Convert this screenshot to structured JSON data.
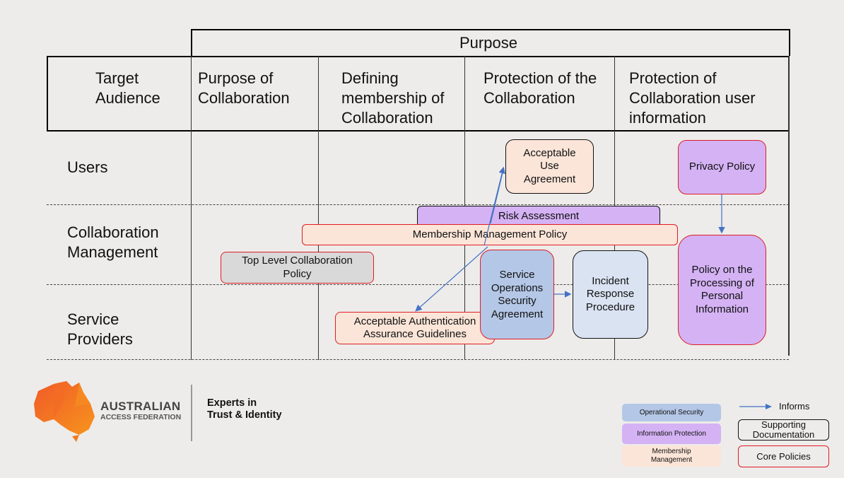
{
  "header": {
    "purpose": "Purpose",
    "target_audience": "Target Audience",
    "columns": [
      "Purpose of Collaboration",
      "Defining membership of Collaboration",
      "Protection of the Collaboration",
      "Protection of Collaboration user information"
    ]
  },
  "rows": [
    "Users",
    "Collaboration Management",
    "Service Providers"
  ],
  "nodes": {
    "acceptable_use": {
      "label": "Acceptable Use Agreement",
      "category": "Membership Management",
      "type": "Supporting Documentation"
    },
    "privacy_policy": {
      "label": "Privacy Policy",
      "category": "Information Protection",
      "type": "Core Policies"
    },
    "risk_assessment": {
      "label": "Risk Assessment",
      "category": "Information Protection",
      "type": "Supporting Documentation"
    },
    "membership_mgmt": {
      "label": "Membership Management Policy",
      "category": "Membership Management",
      "type": "Core Policies"
    },
    "top_level": {
      "label": "Top Level Collaboration Policy",
      "category": "None",
      "type": "Core Policies"
    },
    "service_ops": {
      "label": "Service Operations Security Agreement",
      "category": "Operational Security",
      "type": "Core Policies"
    },
    "incident": {
      "label": "Incident Response Procedure",
      "category": "Operational Security",
      "type": "Supporting Documentation"
    },
    "personal_info": {
      "label": "Policy on the Processing of Personal Information",
      "category": "Information Protection",
      "type": "Core Policies"
    },
    "auth_assurance": {
      "label": "Acceptable Authentication Assurance Guidelines",
      "category": "Membership Management",
      "type": "Core Policies"
    }
  },
  "edges": [
    {
      "from": "Membership Management Policy",
      "to": "Acceptable Use Agreement"
    },
    {
      "from": "Membership Management Policy",
      "to": "Acceptable Authentication Assurance Guidelines"
    },
    {
      "from": "Service Operations Security Agreement",
      "to": "Incident Response Procedure"
    },
    {
      "from": "Privacy Policy",
      "to": "Policy on the Processing of Personal Information"
    }
  ],
  "logo": {
    "name_line1": "AUSTRALIAN",
    "name_line2": "ACCESS FEDERATION",
    "tagline_line1": "Experts in",
    "tagline_line2": "Trust & Identity"
  },
  "legend": {
    "categories": [
      {
        "label": "Operational Security",
        "color": "#b4c7e6"
      },
      {
        "label": "Information Protection",
        "color": "#d4b2f4"
      },
      {
        "label": "Membership Management",
        "color": "#fbe5d8"
      }
    ],
    "informs": "Informs",
    "supporting": "Supporting Documentation",
    "core": "Core Policies",
    "arrow_color": "#4472c4",
    "core_border_color": "#e01b24"
  }
}
